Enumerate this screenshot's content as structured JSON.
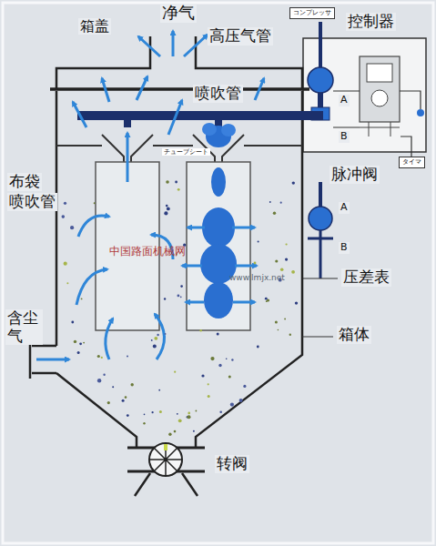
{
  "diagram": {
    "nodes": [
      {
        "text": [
          "コンプレッサ"
        ]
      },
      {
        "text": [
          "タイマ"
        ]
      }
    ],
    "labels": [
      "箱盖",
      "净气",
      "高压气管",
      "控制器",
      "喷吹管",
      "脉冲阀",
      "A",
      "B",
      "布袋",
      "喷吹管",
      "A",
      "B",
      "压差表",
      "箱体",
      "含尘气",
      "转阀",
      "チューブシート",
      "中国路面机械网",
      "www.lmjx.net"
    ]
  }
}
